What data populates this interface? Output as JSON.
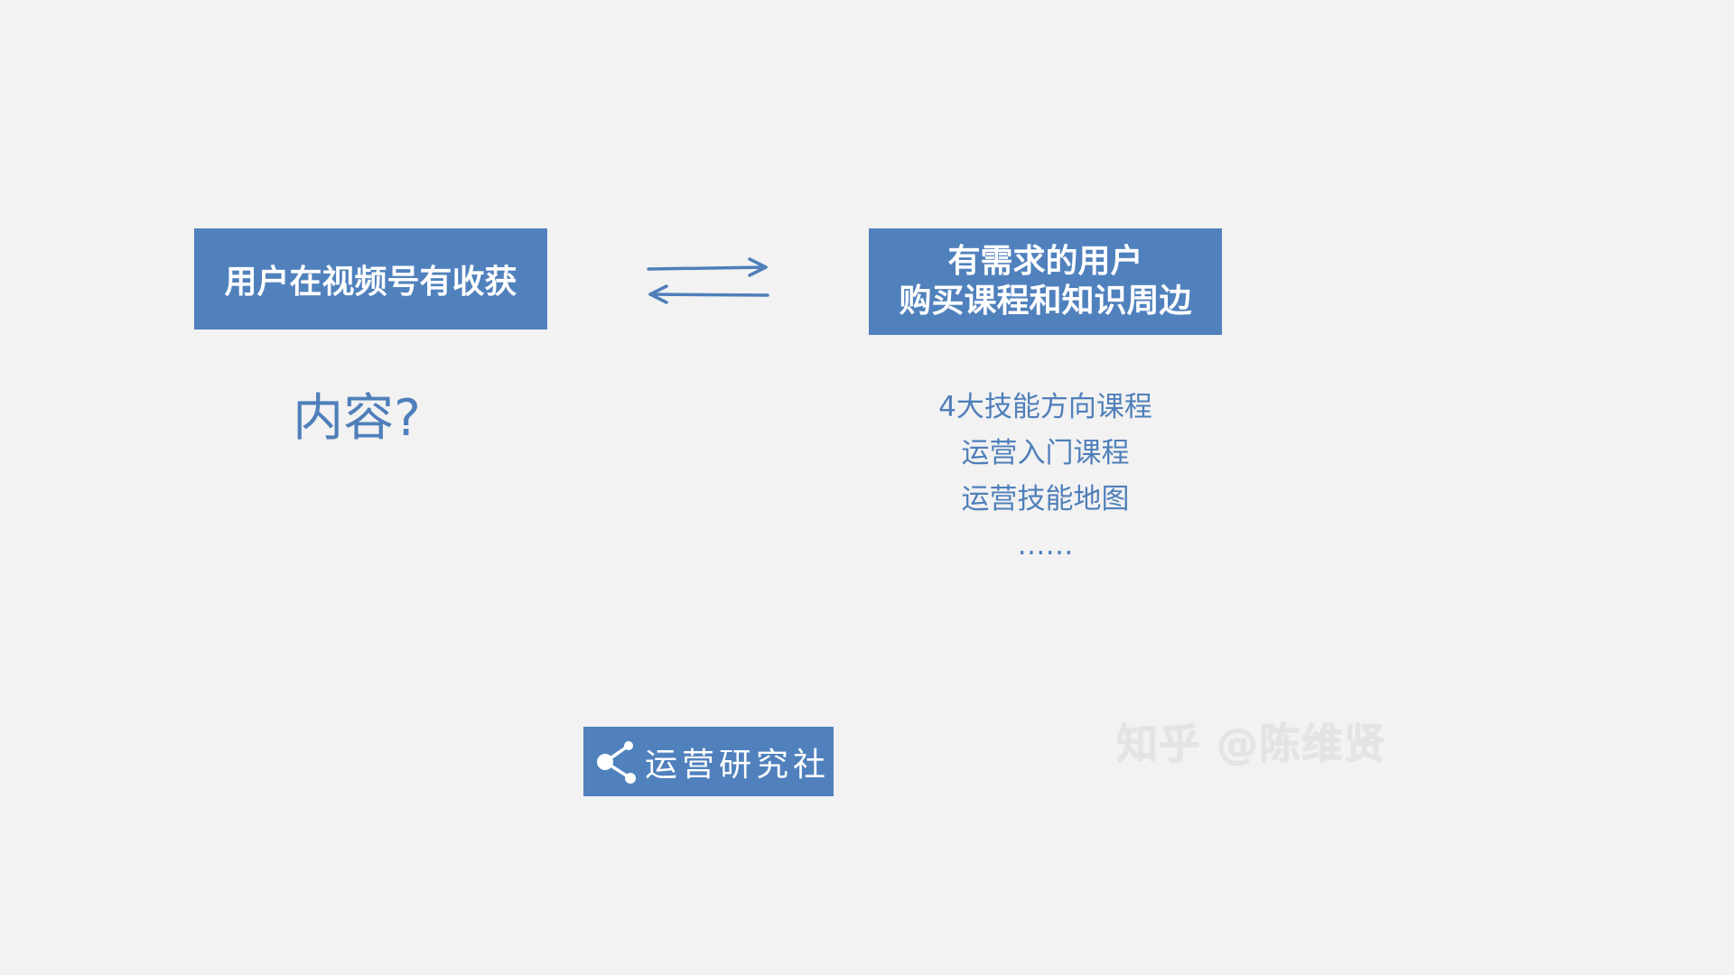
{
  "left_box": {
    "label": "用户在视频号有收获"
  },
  "right_box": {
    "line1": "有需求的用户",
    "line2": "购买课程和知识周边"
  },
  "question": "内容?",
  "right_list": [
    "4大技能方向课程",
    "运营入门课程",
    "运营技能地图",
    "……"
  ],
  "arrows": {
    "icon": "bidirectional-arrows-icon"
  },
  "brand": {
    "icon": "share-icon",
    "name": "运营研究社"
  },
  "watermark": "知乎 @陈维贤",
  "colors": {
    "accent": "#5081bd",
    "text_blue": "#4f7fba",
    "background": "#f2f2f2"
  }
}
